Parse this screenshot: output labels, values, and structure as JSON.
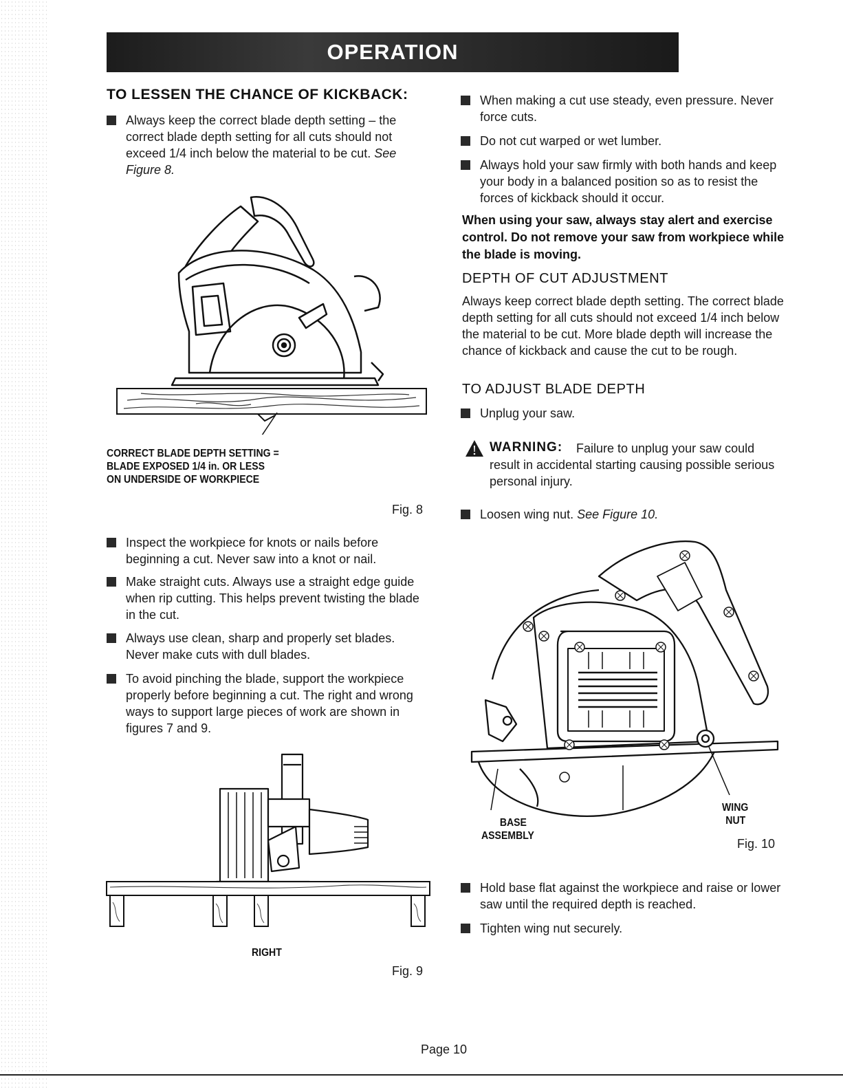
{
  "header": {
    "title": "OPERATION"
  },
  "left": {
    "heading": "TO LESSEN THE CHANCE OF KICKBACK:",
    "bullet1": {
      "text": "Always keep the correct blade depth setting – the correct blade depth setting for all cuts should not exceed 1/4 inch below the material to be cut.",
      "ref": "See Figure 8."
    },
    "fig8": {
      "caption_line1": "CORRECT BLADE DEPTH SETTING =",
      "caption_line2": "BLADE EXPOSED 1/4 in. OR LESS",
      "caption_line3": "ON UNDERSIDE OF WORKPIECE",
      "label": "Fig. 8"
    },
    "bullets": [
      "Inspect the workpiece for knots or nails before beginning a cut. Never saw into a knot or nail.",
      "Make straight cuts. Always use a straight edge guide when rip cutting. This helps prevent twisting the blade in the cut.",
      "Always use clean, sharp and properly set blades. Never make cuts with dull blades.",
      "To avoid pinching the blade, support the workpiece properly before beginning a cut. The right and wrong ways to support large pieces of work are shown in figures 7 and 9."
    ],
    "fig9": {
      "caption": "RIGHT",
      "label": "Fig. 9"
    }
  },
  "right": {
    "bullets_top": [
      "When making a cut use steady, even pressure. Never force cuts.",
      "Do not cut warped or wet lumber.",
      "Always hold your saw firmly with both hands and keep your body in a balanced position so as to resist the forces of kickback should it occur."
    ],
    "bold_note": "When using your saw, always stay alert and exercise control. Do not remove your saw from workpiece while the blade is moving.",
    "depth_heading": "DEPTH OF CUT ADJUSTMENT",
    "depth_para": "Always keep correct blade depth setting. The correct blade depth setting for all cuts should not exceed 1/4 inch below the material to be cut. More blade depth will increase the chance of kickback and cause the cut to be rough.",
    "adjust_heading": "TO ADJUST BLADE DEPTH",
    "step_unplug": "Unplug your saw.",
    "warning": {
      "title": "WARNING:",
      "text_first": "Failure to unplug your saw could",
      "text_rest": "result in accidental starting causing possible serious personal injury."
    },
    "step_loosen": {
      "text": "Loosen wing nut.",
      "ref": "See Figure 10."
    },
    "fig10": {
      "base_label_line1": "BASE",
      "base_label_line2": "ASSEMBLY",
      "wing_label_line1": "WING",
      "wing_label_line2": "NUT",
      "label": "Fig. 10"
    },
    "bullets_bottom": [
      "Hold base flat against the workpiece and raise or lower saw until the required depth is reached.",
      "Tighten wing nut securely."
    ]
  },
  "footer": {
    "page": "Page 10"
  }
}
